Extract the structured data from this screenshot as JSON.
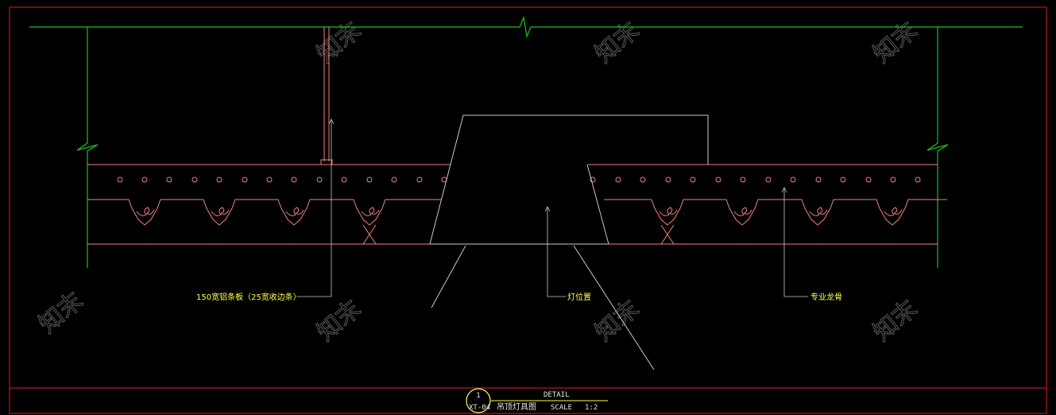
{
  "labels": {
    "strip_panel": "150宽铝条板（25宽收边条）",
    "light_position": "灯位置",
    "keel": "专业龙骨"
  },
  "title_block": {
    "circle_number": "1",
    "sheet_code": "XT-04",
    "detail_label": "DETAIL",
    "title": "吊顶灯具图",
    "scale_label": "SCALE",
    "scale_value": "1:2"
  },
  "watermark": "知末",
  "colors": {
    "background": "#000000",
    "frame": "#c0151b",
    "structure_line": "#19c219",
    "ceiling_line": "#f08080",
    "fixture_line": "#c8c8c8",
    "label_text": "#ffff50",
    "title_text": "#e6e6e6",
    "title_underline": "#ffff50",
    "watermark": "#5a5a5a"
  }
}
